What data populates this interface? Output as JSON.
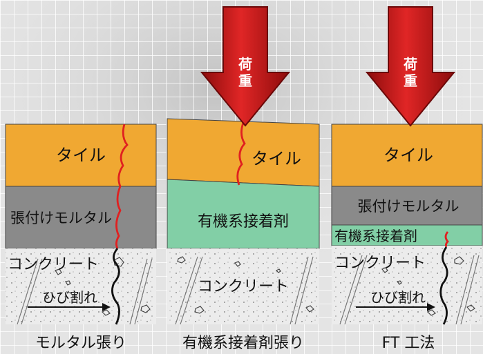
{
  "load_label_chars": [
    "荷",
    "重"
  ],
  "panels": [
    {
      "caption": "モルタル張り",
      "tile": "タイル",
      "mortar": "張付けモルタル",
      "concrete": "コンクリート",
      "crack": "ひび割れ"
    },
    {
      "caption": "有機系接着剤張り",
      "tile": "タイル",
      "adhesive": "有機系接着剤",
      "concrete": "コンクリート"
    },
    {
      "caption": "FT 工法",
      "tile": "タイル",
      "mortar": "張付けモルタル",
      "adhesive": "有機系接着剤",
      "concrete": "コンクリート",
      "crack": "ひび割れ"
    }
  ],
  "colors": {
    "tile": "#f0a832",
    "mortar": "#8a8a8a",
    "adhesive": "#82cfa6",
    "concrete": "#ebebeb",
    "crack": "#e02020",
    "arrow": "#c81818",
    "background": "#e6e6e6"
  }
}
